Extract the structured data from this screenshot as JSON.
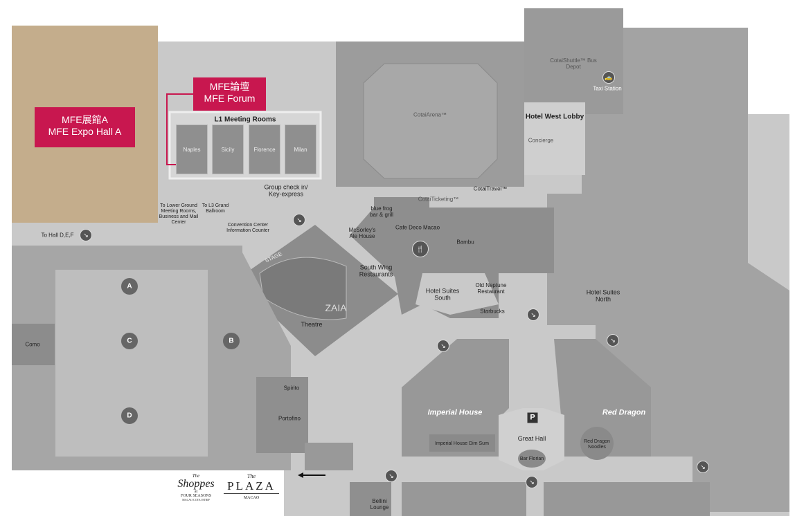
{
  "colors": {
    "expo_hall": "#c4ad8c",
    "highlight": "#c8174f",
    "corridor": "#c9c9c9",
    "block": "#9b9b9b"
  },
  "highlights": {
    "expo_hall_a": {
      "zh": "MFE展館A",
      "en": "MFE Expo Hall A"
    },
    "forum": {
      "zh": "MFE論壇",
      "en": "MFE Forum"
    }
  },
  "meeting_rooms": {
    "title": "L1 Meeting Rooms",
    "rooms": [
      "Naples",
      "Sicily",
      "Florence",
      "Milan"
    ]
  },
  "labels": {
    "arena": "CotaiArena™",
    "bus": "CotaiShuttle™ Bus Depot",
    "taxi": "Taxi Station",
    "west_lobby": "Hotel West Lobby",
    "concierge": "Concierge",
    "group_checkin": "Group check in/ Key-express",
    "to_lower": "To Lower Ground Meeting Rooms, Business and Mail Center",
    "to_l3": "To L3 Grand Ballroom",
    "info_counter": "Convention Center Information Counter",
    "to_hall": "To Hall D,E,F",
    "ticketing": "CotaiTicketing™",
    "travel": "CotaiTravel™",
    "blue_frog": "blue frog bar & grill",
    "mcsorleys": "McSorley's Ale House",
    "cafe_deco": "Cafe Deco Macao",
    "bambu": "Bambu",
    "south_wing": "South Wing Restaurants",
    "suites_south": "Hotel Suites South",
    "old_neptune": "Old Neptune Restaurant",
    "starbucks": "Starbucks",
    "suites_north": "Hotel Suites North",
    "stage": "STAGE",
    "theatre": "Theatre",
    "zaia": "ZAIA",
    "hall_a": "A",
    "hall_b": "B",
    "hall_c": "C",
    "hall_d": "D",
    "como": "Como",
    "spirito": "Spirito",
    "portofino": "Portofino",
    "imperial_house": "Imperial House",
    "imperial_dim_sum": "Imperial House Dim Sum",
    "red_dragon": "Red Dragon",
    "red_dragon_noodles": "Red Dragon Noodles",
    "great_hall": "Great Hall",
    "parking": "P",
    "bar_florian": "Bar Florian",
    "bellini": "Bellini Lounge"
  },
  "logos": {
    "shoppes": {
      "the": "The",
      "name": "Shoppes",
      "at": "at",
      "sub": "FOUR SEASONS",
      "tag": "MACAO COTAI STRIP"
    },
    "plaza": {
      "the": "The",
      "name": "PLAZA",
      "sub": "MACAO"
    }
  }
}
